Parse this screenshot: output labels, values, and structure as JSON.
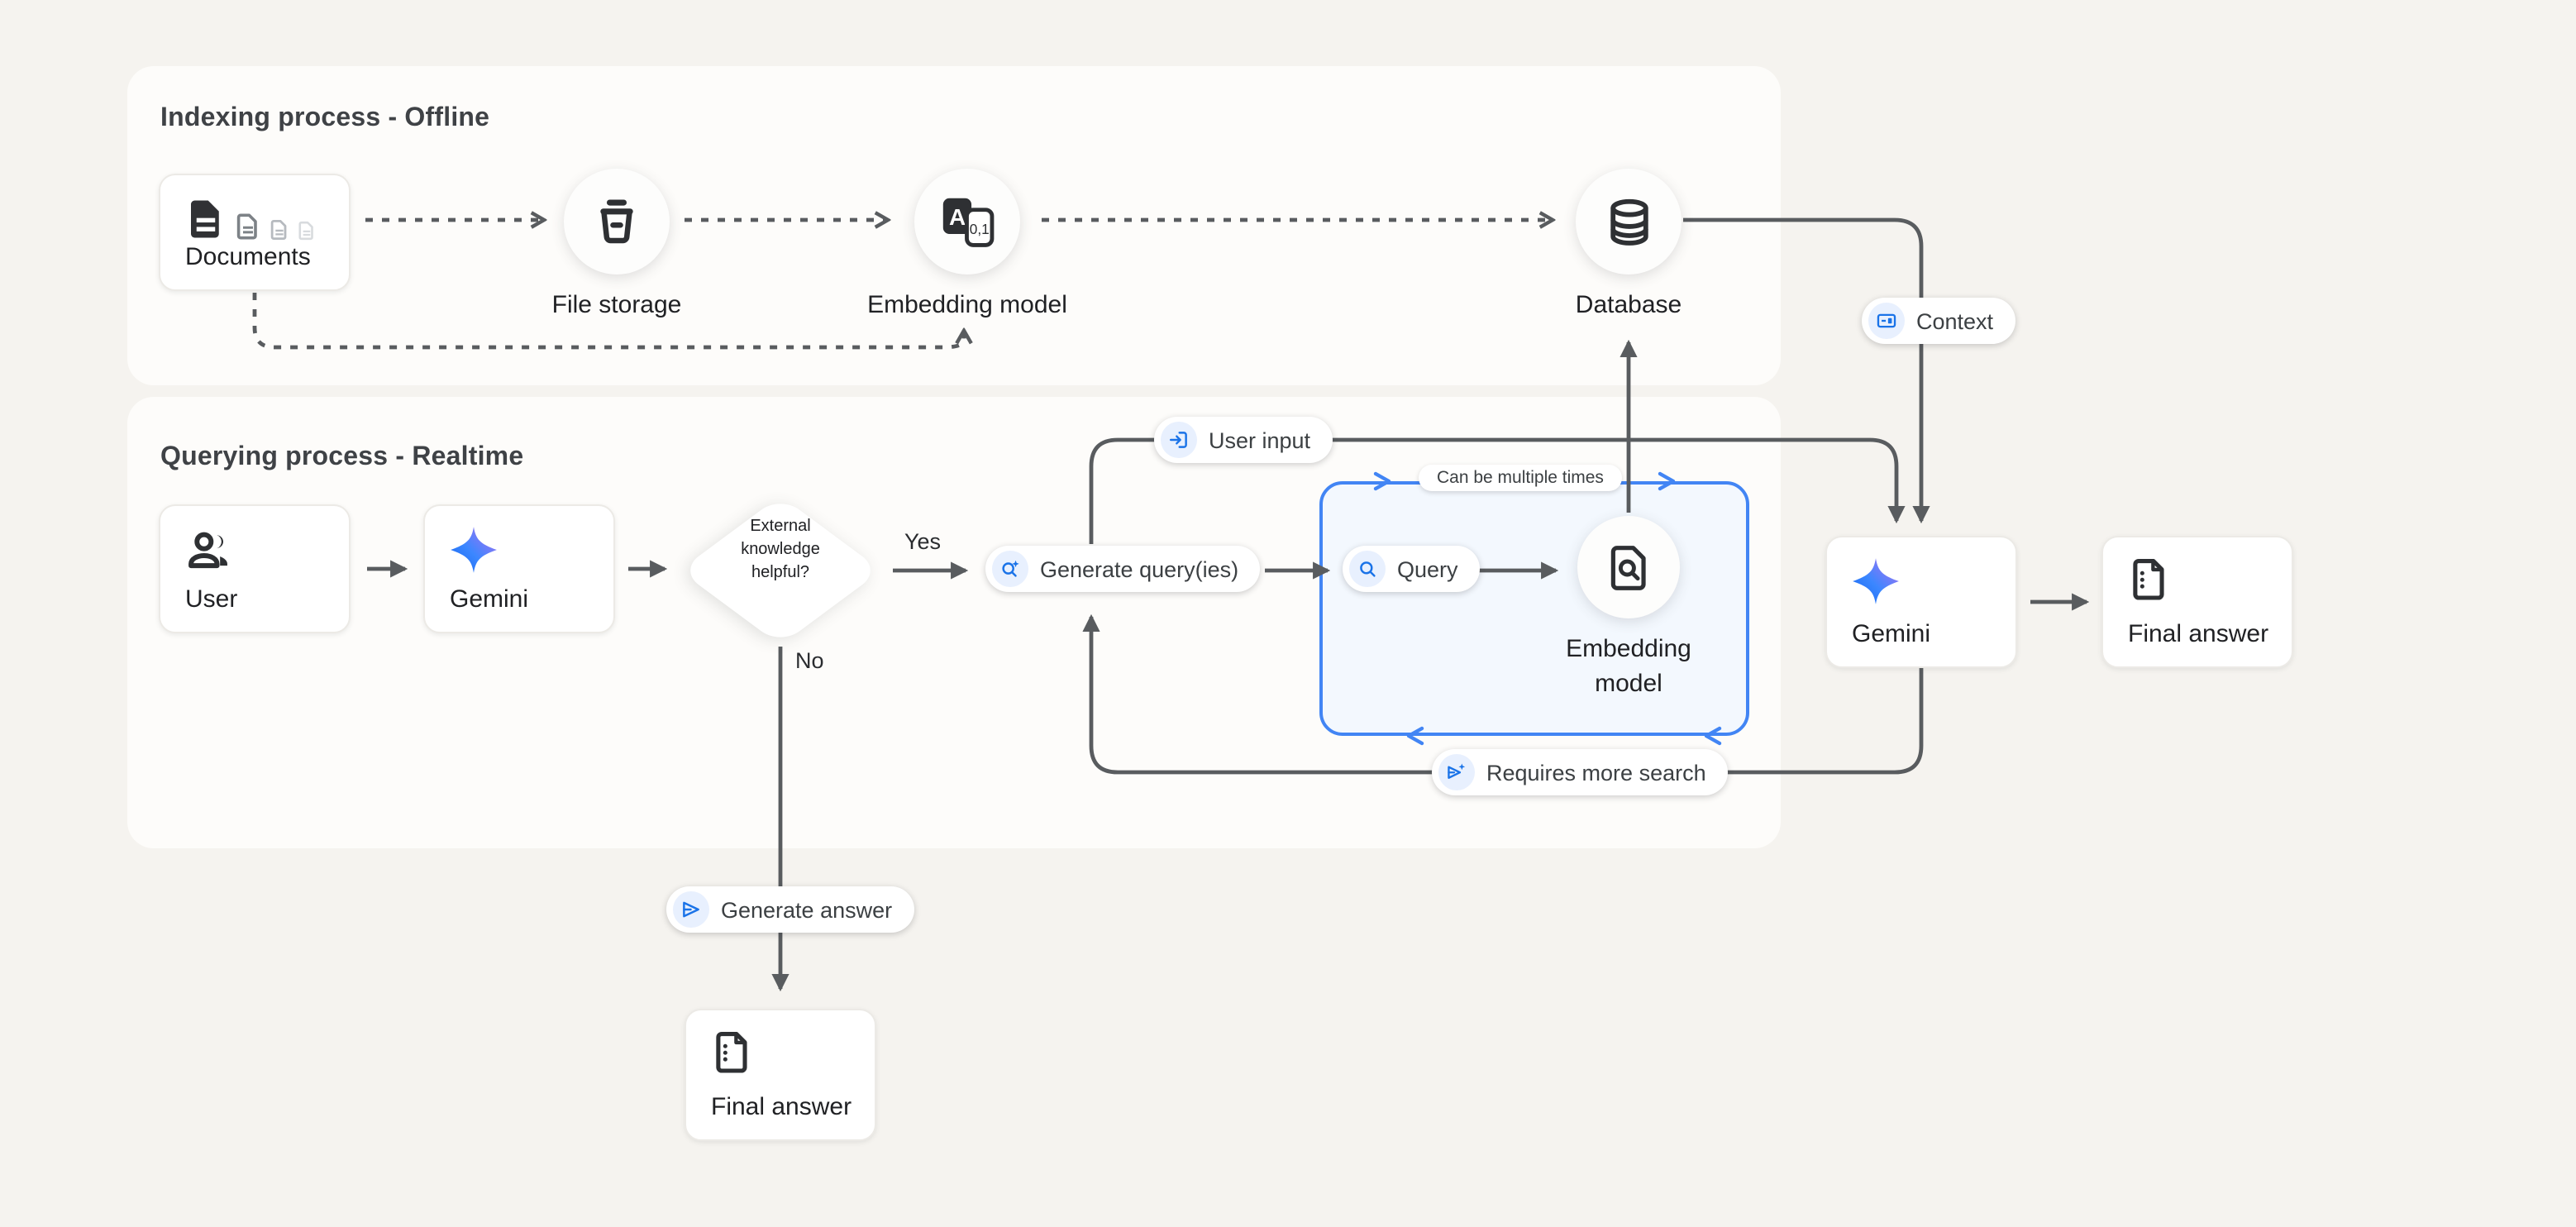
{
  "panels": {
    "indexing": {
      "title": "Indexing process - Offline"
    },
    "querying": {
      "title": "Querying process - Realtime"
    }
  },
  "nodes": {
    "documents": {
      "label": "Documents"
    },
    "file_storage": {
      "label": "File storage"
    },
    "embedding_model_offline": {
      "label": "Embedding model"
    },
    "database": {
      "label": "Database"
    },
    "user": {
      "label": "User"
    },
    "gemini_query": {
      "label": "Gemini"
    },
    "decision": {
      "label": "External knowledge helpful?"
    },
    "generate_queries": {
      "label": "Generate query(ies)"
    },
    "query": {
      "label": "Query"
    },
    "embedding_model_realtime": {
      "label": "Embedding model"
    },
    "gemini_answer": {
      "label": "Gemini"
    },
    "final_answer_right": {
      "label": "Final answer"
    },
    "generate_answer": {
      "label": "Generate answer"
    },
    "final_answer_bottom": {
      "label": "Final answer"
    }
  },
  "pills": {
    "user_input": "User input",
    "context": "Context",
    "requires_more_search": "Requires more search",
    "can_be_multiple_times": "Can be multiple times"
  },
  "edge_labels": {
    "yes": "Yes",
    "no": "No"
  },
  "colors": {
    "background": "#f5f3ef",
    "panel": "#fdfcfa",
    "line": "#595c5f",
    "accent_blue": "#4285f4",
    "icon_blue": "#1a73e8",
    "icon_blue_bg": "#e8f0fe",
    "loop_box_fill": "#f3f8fe",
    "text": "#202124",
    "gemini_gradient_start": "#1563ee",
    "gemini_gradient_end": "#a873f8"
  }
}
